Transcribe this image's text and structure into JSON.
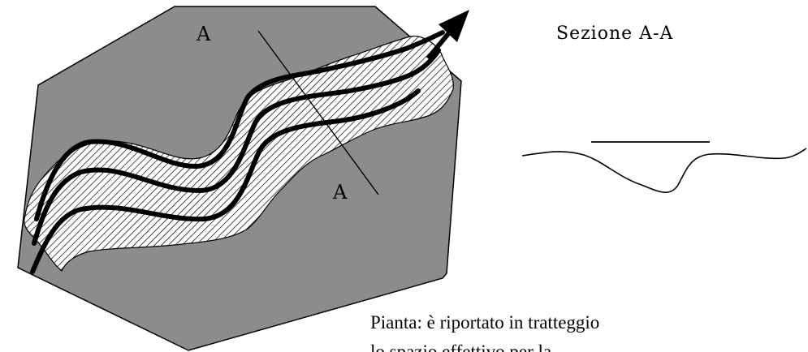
{
  "diagram": {
    "plan_label_top": "A",
    "plan_label_bottom": "A",
    "section_title": "Sezione A-A",
    "caption_line1": "Pianta: è riportato in tratteggio",
    "caption_line2": "lo spazio effettivo per la",
    "colors": {
      "terrain": "#8c8c8c",
      "hatch_bg": "#ffffff",
      "hatch_line": "#000000",
      "river": "#000000"
    }
  }
}
